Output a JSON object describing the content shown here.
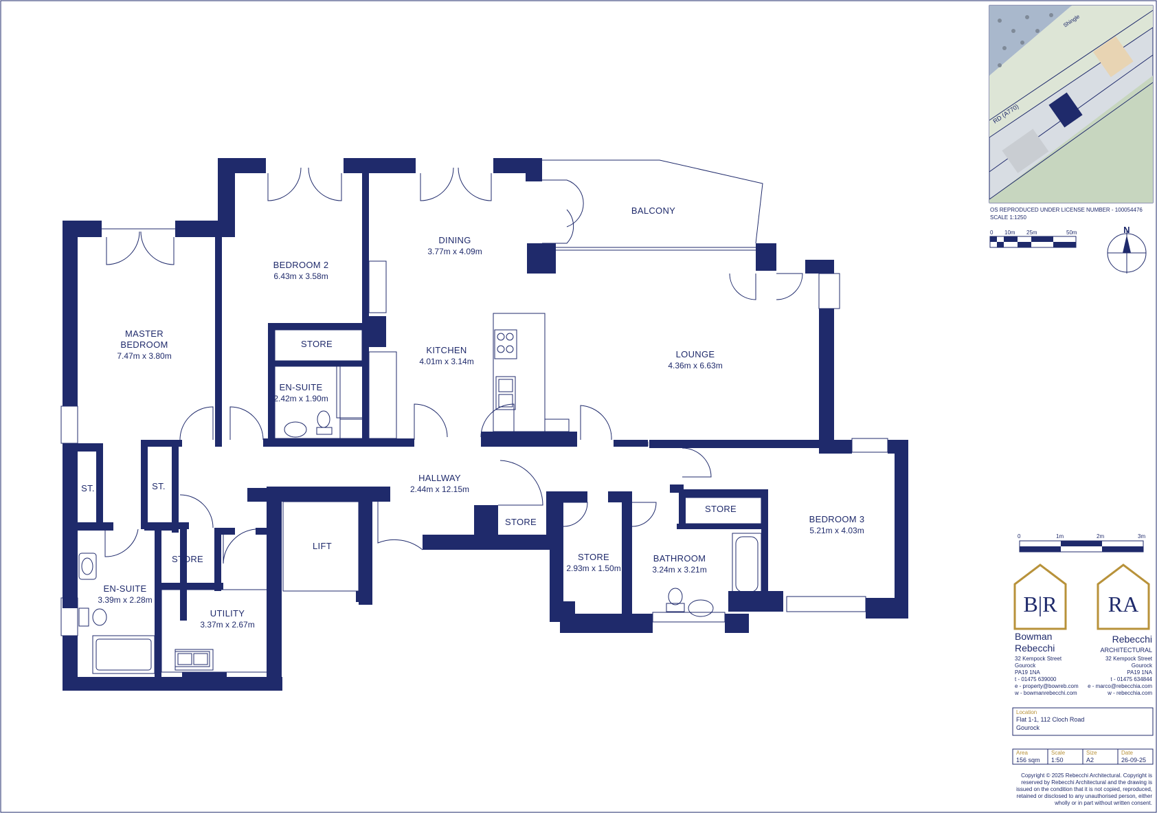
{
  "rooms": {
    "balcony": {
      "name": "BALCONY"
    },
    "dining": {
      "name": "DINING",
      "dims": "3.77m x 4.09m"
    },
    "bedroom2": {
      "name": "BEDROOM 2",
      "dims": "6.43m x 3.58m"
    },
    "master": {
      "name1": "MASTER",
      "name2": "BEDROOM",
      "dims": "7.47m x 3.80m"
    },
    "store1": {
      "name": "STORE"
    },
    "ensuite1": {
      "name": "EN-SUITE",
      "dims": "2.42m x 1.90m"
    },
    "kitchen": {
      "name": "KITCHEN",
      "dims": "4.01m x 3.14m"
    },
    "lounge": {
      "name": "LOUNGE",
      "dims": "4.36m x 6.63m"
    },
    "hallway": {
      "name": "HALLWAY",
      "dims": "2.44m x 12.15m"
    },
    "st1": {
      "name": "ST."
    },
    "st2": {
      "name": "ST."
    },
    "store2": {
      "name": "STORE"
    },
    "store3": {
      "name": "STORE"
    },
    "store4": {
      "name": "STORE",
      "dims": "2.93m x 1.50m"
    },
    "store5": {
      "name": "STORE"
    },
    "lift": {
      "name": "LIFT"
    },
    "bathroom": {
      "name": "BATHROOM",
      "dims": "3.24m x 3.21m"
    },
    "bedroom3": {
      "name": "BEDROOM 3",
      "dims": "5.21m x 4.03m"
    },
    "ensuite2": {
      "name": "EN-SUITE",
      "dims": "3.39m x 2.28m"
    },
    "utility": {
      "name": "UTILITY",
      "dims": "3.37m x 2.67m"
    }
  },
  "map": {
    "road_label": "RD (A770)",
    "shingle_label": "Shingle",
    "license": "OS REPRODUCED UNDER LICENSE NUMBER - 100054476",
    "scale": "SCALE 1:1250",
    "scale_ticks": [
      "0",
      "10m",
      "25m",
      "50m"
    ],
    "north": "N"
  },
  "scalebar": {
    "ticks": [
      "0",
      "1m",
      "2m",
      "3m"
    ]
  },
  "firm1": {
    "mono": "B|R",
    "name1": "Bowman",
    "name2": "Rebecchi",
    "address": [
      "32 Kempock Street",
      "Gourock",
      "PA19 1NA",
      "t - 01475 639000",
      "e - property@bowreb.com",
      "w - bowmanrebecchi.com"
    ]
  },
  "firm2": {
    "mono": "RA",
    "name": "Rebecchi",
    "sub": "ARCHITECTURAL",
    "address": [
      "32 Kempock Street",
      "Gourock",
      "PA19 1NA",
      "t - 01475 634844",
      "e - marco@rebecchia.com",
      "w - rebecchia.com"
    ]
  },
  "titleblock": {
    "location_label": "Location",
    "location1": "Flat 1-1, 112 Cloch Road",
    "location2": "Gourock",
    "area_label": "Area",
    "area": "156 sqm",
    "scale_label": "Scale",
    "scale": "1:50",
    "size_label": "Size",
    "size": "A2",
    "date_label": "Date",
    "date": "26-09-25",
    "copyright": [
      "Copyright © 2025 Rebecchi Architectural. Copyright is",
      "reserved by Rebecchi Architectural and the drawing is",
      "issued on the condition that it is not copied, reproduced,",
      "retained or disclosed to any unauthorised person, either",
      "wholly or in part without written consent."
    ]
  },
  "colors": {
    "wall": "#1f2a6b",
    "gold": "#b8923a"
  }
}
